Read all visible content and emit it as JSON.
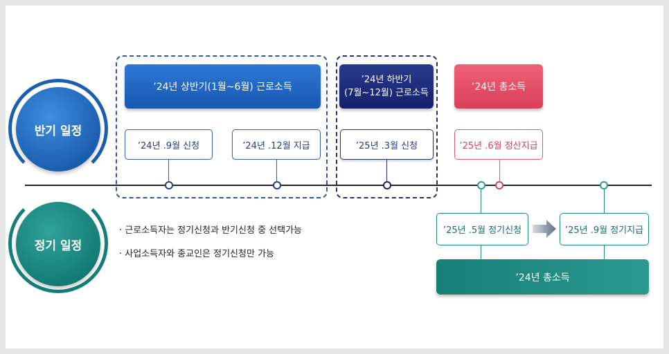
{
  "labels": {
    "half_schedule": "반기 일정",
    "regular_schedule": "정기 일정"
  },
  "half_first": {
    "title": "’24년 상반기(1월~6월) 근로소득",
    "apply": "’24년 .9월 신청",
    "pay": "’24년 .12월 지급"
  },
  "half_second": {
    "title_line1": "’24년 하반기",
    "title_line2": "(7월~12월) 근로소득",
    "apply": "’25년 .3월 신청"
  },
  "total_half": {
    "title": "’24년 총소득",
    "settle": "’25년 .6월 정산지급"
  },
  "regular": {
    "apply": "’25년 .5월 정기신청",
    "pay": "’25년 .9월 정기지급",
    "total": "’24년 총소득"
  },
  "notes": [
    "근로소득자는 정기신청과 반기신청 중 선택가능",
    "사업소득자와 종교인은 정기신청만 가능"
  ],
  "colors": {
    "blue": "#1a5fae",
    "navy": "#1f2a6c",
    "pink": "#e45a6c",
    "teal": "#128078"
  }
}
